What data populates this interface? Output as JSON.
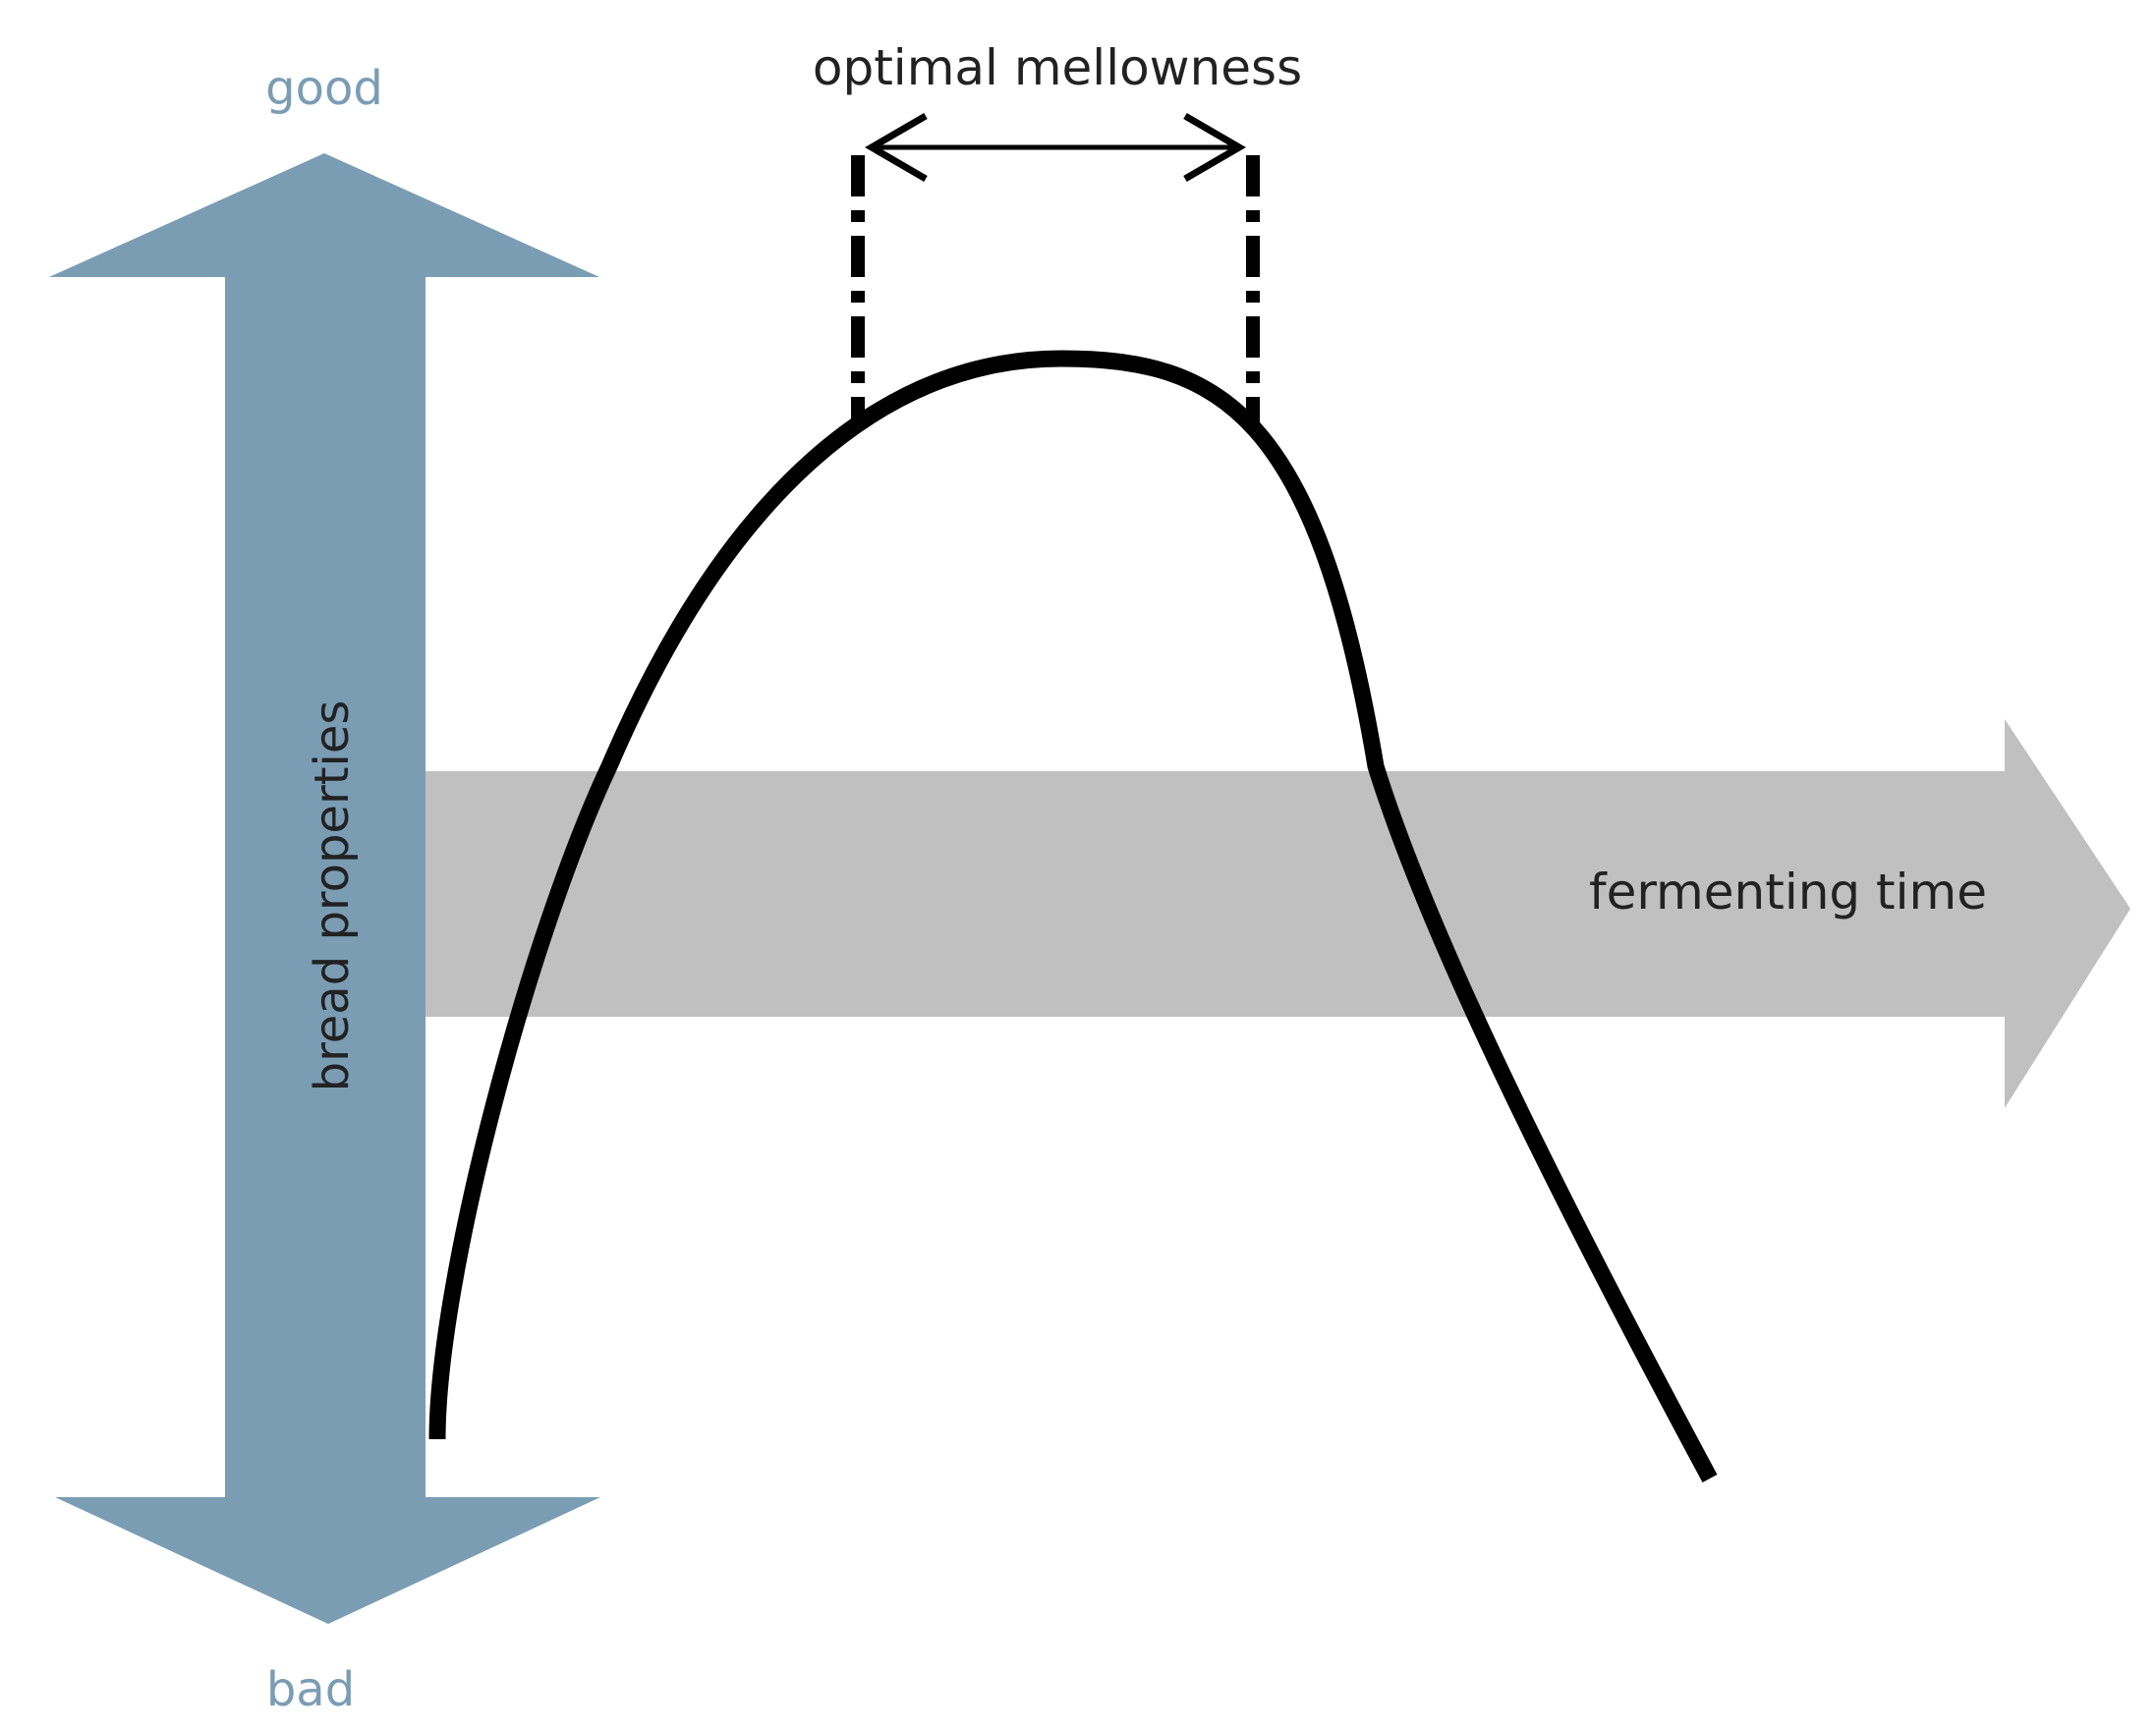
{
  "labels": {
    "good": "good",
    "bad": "bad",
    "vertical_axis": "bread properties",
    "horizontal_axis": "fermenting time",
    "optimal_range": "optimal mellowness"
  },
  "colors": {
    "vertical_arrow": "#7a9db4",
    "vertical_labels": "#7a9db4",
    "horizontal_arrow": "#c0c0c0",
    "curve": "#000000",
    "text": "#222222"
  }
}
